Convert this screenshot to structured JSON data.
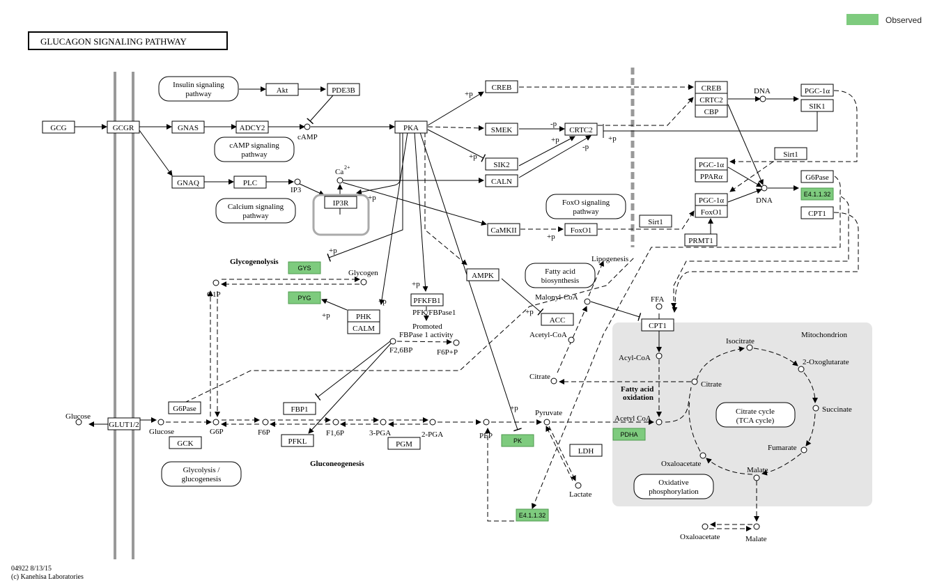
{
  "title": "GLUCAGON  SIGNALING  PATHWAY",
  "legend": {
    "label": "Observed",
    "color": "#7ecb7e"
  },
  "footer": {
    "line1": "04922 8/13/15",
    "line2": "(c) Kanehisa Laboratories"
  },
  "colors": {
    "observed": "#7ecb7e",
    "mitochondrion_bg": "#e5e5e5",
    "membrane": "#999999"
  },
  "genes": {
    "GCG": "GCG",
    "GCGR": "GCGR",
    "GNAS": "GNAS",
    "ADCY2": "ADCY2",
    "PKA": "PKA",
    "Akt": "Akt",
    "PDE3B": "PDE3B",
    "GNAQ": "GNAQ",
    "PLC": "PLC",
    "IP3R": "IP3R",
    "CREB1": "CREB",
    "SMEK": "SMEK",
    "SIK2": "SIK2",
    "CALN": "CALN",
    "CRTC2": "CRTC2",
    "CaMKII": "CaMKII",
    "FoxO1": "FoxO1",
    "Sirt1a": "Sirt1",
    "Sirt1b": "Sirt1",
    "CREB2": "CREB",
    "CRTC2b": "CRTC2",
    "CBP": "CBP",
    "PGC1a1": "PGC-1α",
    "SIK1": "SIK1",
    "PGC1a2": "PGC-1α",
    "PPARa": "PPARα",
    "PGC1a3": "PGC-1α",
    "FoxO1b": "FoxO1",
    "PRMT1": "PRMT1",
    "G6Pase1": "G6Pase",
    "E41132a": "E4.1.1.32",
    "CPT1a": "CPT1",
    "AMPK": "AMPK",
    "ACC": "ACC",
    "CPT1b": "CPT1",
    "GYS": "GYS",
    "PYG": "PYG",
    "PHK": "PHK",
    "CALM": "CALM",
    "PFKFB1": "PFKFB1",
    "G6Pase2": "G6Pase",
    "GLUT12": "GLUT1/2",
    "GCK": "GCK",
    "FBP1": "FBP1",
    "PFKL": "PFKL",
    "PGM": "PGM",
    "PK": "PK",
    "LDH": "LDH",
    "PDHA": "PDHA",
    "E41132b": "E4.1.1.32"
  },
  "pathways": {
    "insulin": "Insulin signaling pathway",
    "camp": "cAMP signaling pathway",
    "calcium": "Calcium signaling pathway",
    "foxo": "FoxO signaling pathway",
    "fab": "Fatty acid biosynthesis",
    "glycolysis": "Glycolysis / gluconeogenesis",
    "tca": "Citrate cycle (TCA cycle)",
    "oxphos": "Oxidative phosphorylation"
  },
  "compounds": {
    "cAMP": "cAMP",
    "Ca2": "Ca",
    "Ca2sup": "2+",
    "IP3": "IP3",
    "DNA1": "DNA",
    "DNA2": "DNA",
    "Glycogen": "Glycogen",
    "G1P": "G1P",
    "Glucose_out": "Glucose",
    "Glucose_in": "Glucose",
    "G6P": "G6P",
    "F6P": "F6P",
    "F16P": "F1,6P",
    "PGA3": "3-PGA",
    "PGA2": "2-PGA",
    "PEP": "PEP",
    "Pyruvate": "Pyruvate",
    "Lactate": "Lactate",
    "F26BP": "F2,6BP",
    "F6PP": "F6P+P",
    "PFKFBPase": "PFK/FBPase1",
    "Lipogenesis": "Lipogenesis",
    "MalonylCoA": "Malonyl-CoA",
    "AcetylCoA1": "Acetyl-CoA",
    "Citrate1": "Citrate",
    "FFA": "FFA",
    "AcylCoA": "Acyl-CoA",
    "AcetylCoA2": "Acetyl CoA",
    "Citrate2": "Citrate",
    "Isocitrate": "Isocitrate",
    "Oxoglutarate": "2-Oxoglutarate",
    "Succinate": "Succinate",
    "Fumarate": "Fumarate",
    "Malate1": "Malate",
    "Oxaloacetate1": "Oxaloacetate",
    "Oxaloacetate2": "Oxaloacetate",
    "Malate2": "Malate"
  },
  "labels": {
    "glycogenolysis": "Glycogenolysis",
    "gluconeogenesis": "Gluconeogenesis",
    "promoted1": "Promoted",
    "promoted2": "FBPase 1 activity",
    "fao1": "Fatty acid",
    "fao2": "oxidation",
    "mitochondrion": "Mitochondrion",
    "plus_p": "+p",
    "minus_p": "-p"
  }
}
